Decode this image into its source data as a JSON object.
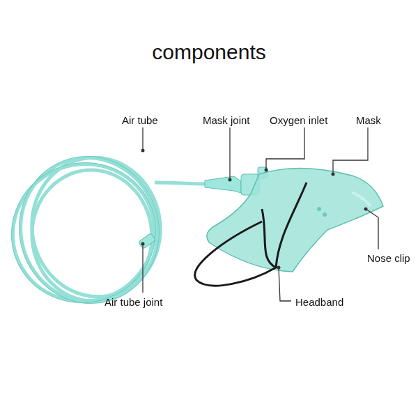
{
  "diagram": {
    "title": "components",
    "labels": [
      "Air tube",
      "Mask joint",
      "Oxygen inlet",
      "Mask",
      "Nose clip",
      "Air tube joint",
      "Headband"
    ]
  }
}
